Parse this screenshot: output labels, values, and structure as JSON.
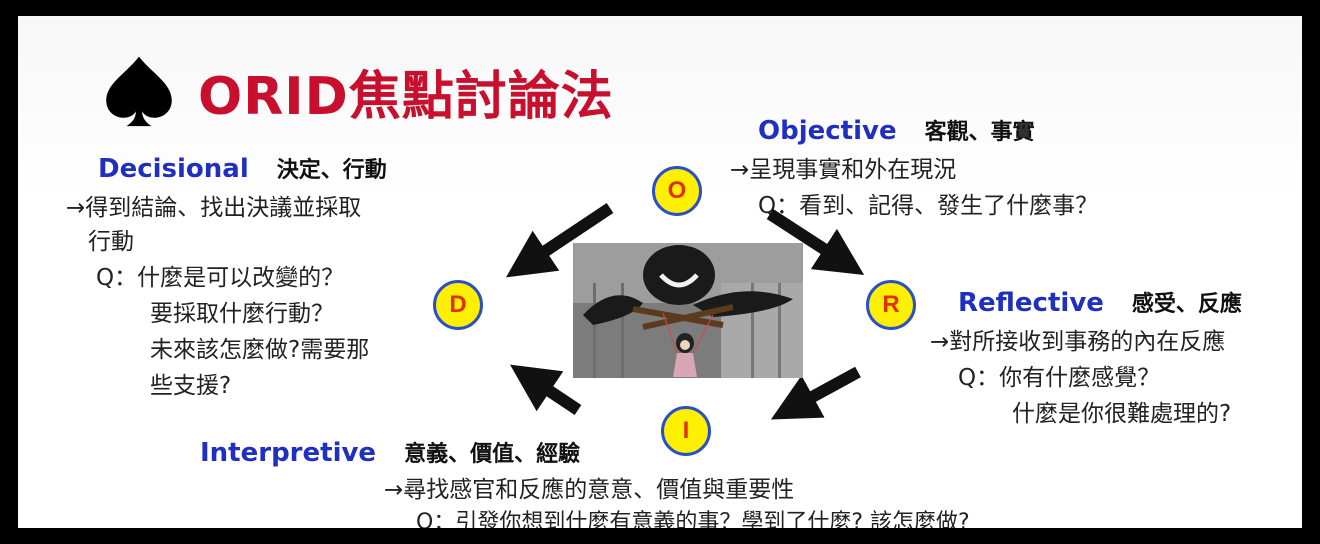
{
  "title": {
    "icon": "spade-icon",
    "text": "ORID焦點討論法"
  },
  "objective": {
    "letter": "O",
    "en": "Objective",
    "zh": "客觀、事實",
    "line1": "→呈現事實和外在現況",
    "line2": "Q：看到、記得、發生了什麼事？"
  },
  "reflective": {
    "letter": "R",
    "en": "Reflective",
    "zh": "感受、反應",
    "line1": "→對所接收到事務的內在反應",
    "line2": "Q：你有什麼感覺？",
    "line3": "什麼是你很難處理的?"
  },
  "interpretive": {
    "letter": "I",
    "en": "Interpretive",
    "zh": "意義、價值、經驗",
    "line1": "→尋找感官和反應的意意、價值與重要性",
    "line2": "Q：引發你想到什麼有意義的事？學到了什麼? 該怎麼做?"
  },
  "decisional": {
    "letter": "D",
    "en": "Decisional",
    "zh": "決定、行動",
    "line1": "→得到結論、找出決議並採取",
    "line2": "行動",
    "line3": "Q：什麼是可以改變的？",
    "line4": "要採取什麼行動？",
    "line5": "未來該怎麼做?需要那",
    "line6": "些支援?"
  },
  "colors": {
    "title": "#c8102e",
    "english_heading": "#1f2fbf",
    "circle_fill": "#ffef00",
    "circle_border": "#2a4fc9",
    "circle_letter": "#e03000"
  }
}
